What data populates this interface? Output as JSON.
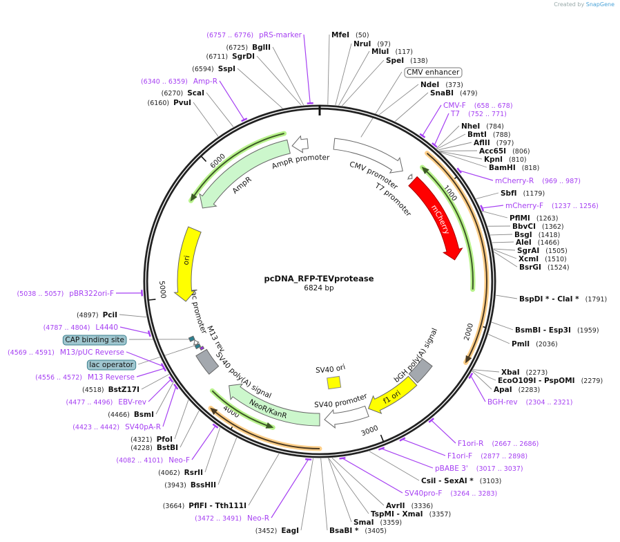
{
  "branding": {
    "prefix": "Created by",
    "name": "SnapGene"
  },
  "plasmid": {
    "name": "pcDNA_RFP-TEVprotease",
    "length_label": "6824 bp",
    "total_bp": 6824
  },
  "ticks": [
    "1000",
    "2000",
    "3000",
    "4000",
    "5000",
    "6000"
  ],
  "colors": {
    "primer": "#a53ff2",
    "enzyme_line": "#8a8a8a",
    "ring": "#222222",
    "glow_green": "#b8f28c",
    "glow_orange": "#ffcf8a",
    "teal": "#2c7f8f"
  },
  "labels": [
    {
      "kind": "enzyme",
      "name": "MfeI",
      "pos": "(50)",
      "bp": 50
    },
    {
      "kind": "enzyme",
      "name": "NruI",
      "pos": "(97)",
      "bp": 97
    },
    {
      "kind": "enzyme",
      "name": "MluI",
      "pos": "(117)",
      "bp": 117
    },
    {
      "kind": "enzyme",
      "name": "SpeI",
      "pos": "(138)",
      "bp": 138
    },
    {
      "kind": "feature-box",
      "name": "CMV enhancer",
      "fill": "#ffffff",
      "stroke": "#777777"
    },
    {
      "kind": "enzyme",
      "name": "NdeI",
      "pos": "(373)",
      "bp": 373
    },
    {
      "kind": "enzyme",
      "name": "SnaBI",
      "pos": "(479)",
      "bp": 479
    },
    {
      "kind": "primer",
      "name": "CMV-F",
      "pos": "(658 .. 678)",
      "bp": 668
    },
    {
      "kind": "primer",
      "name": "T7",
      "pos": "(752 .. 771)",
      "bp": 761
    },
    {
      "kind": "enzyme",
      "name": "NheI",
      "pos": "(784)",
      "bp": 784
    },
    {
      "kind": "enzyme",
      "name": "BmtI",
      "pos": "(788)",
      "bp": 788
    },
    {
      "kind": "enzyme",
      "name": "AflII",
      "pos": "(797)",
      "bp": 797
    },
    {
      "kind": "enzyme",
      "name": "Acc65I",
      "pos": "(806)",
      "bp": 806
    },
    {
      "kind": "enzyme",
      "name": "KpnI",
      "pos": "(810)",
      "bp": 810
    },
    {
      "kind": "enzyme",
      "name": "BamHI",
      "pos": "(818)",
      "bp": 818
    },
    {
      "kind": "primer",
      "name": "mCherry-R",
      "pos": "(969 .. 987)",
      "bp": 978
    },
    {
      "kind": "enzyme",
      "name": "SbfI",
      "pos": "(1179)",
      "bp": 1179
    },
    {
      "kind": "primer",
      "name": "mCherry-F",
      "pos": "(1237 .. 1256)",
      "bp": 1246
    },
    {
      "kind": "enzyme",
      "name": "PflMI",
      "pos": "(1263)",
      "bp": 1263
    },
    {
      "kind": "enzyme",
      "name": "BbvCI",
      "pos": "(1362)",
      "bp": 1362
    },
    {
      "kind": "enzyme",
      "name": "BsgI",
      "pos": "(1418)",
      "bp": 1418
    },
    {
      "kind": "enzyme",
      "name": "AleI",
      "pos": "(1466)",
      "bp": 1466
    },
    {
      "kind": "enzyme",
      "name": "SgrAI",
      "pos": "(1505)",
      "bp": 1505
    },
    {
      "kind": "enzyme",
      "name": "XcmI",
      "pos": "(1510)",
      "bp": 1510
    },
    {
      "kind": "enzyme",
      "name": "BsrGI",
      "pos": "(1524)",
      "bp": 1524
    },
    {
      "kind": "enzyme",
      "name": "BspDI *  - ClaI *",
      "pos": "(1791)",
      "bp": 1791
    },
    {
      "kind": "enzyme",
      "name": "BsmBI  - Esp3I",
      "pos": "(1959)",
      "bp": 1959
    },
    {
      "kind": "enzyme",
      "name": "PmlI",
      "pos": "(2036)",
      "bp": 2036
    },
    {
      "kind": "enzyme",
      "name": "XbaI",
      "pos": "(2273)",
      "bp": 2273
    },
    {
      "kind": "enzyme",
      "name": "EcoO109I  - PspOMI",
      "pos": "(2279)",
      "bp": 2279
    },
    {
      "kind": "enzyme",
      "name": "ApaI",
      "pos": "(2283)",
      "bp": 2283
    },
    {
      "kind": "primer",
      "name": "BGH-rev",
      "pos": "(2304 .. 2321)",
      "bp": 2312
    },
    {
      "kind": "primer",
      "name": "F1ori-R",
      "pos": "(2667 .. 2686)",
      "bp": 2676
    },
    {
      "kind": "primer",
      "name": "F1ori-F",
      "pos": "(2877 .. 2898)",
      "bp": 2887
    },
    {
      "kind": "primer",
      "name": "pBABE 3'",
      "pos": "(3017 .. 3037)",
      "bp": 3027
    },
    {
      "kind": "enzyme",
      "name": "CsiI  - SexAI *",
      "pos": "(3103)",
      "bp": 3103
    },
    {
      "kind": "primer",
      "name": "SV40pro-F",
      "pos": "(3264 .. 3283)",
      "bp": 3273
    },
    {
      "kind": "enzyme",
      "name": "AvrII",
      "pos": "(3336)",
      "bp": 3336
    },
    {
      "kind": "enzyme",
      "name": "TspMI  - XmaI",
      "pos": "(3357)",
      "bp": 3357
    },
    {
      "kind": "enzyme",
      "name": "SmaI",
      "pos": "(3359)",
      "bp": 3359
    },
    {
      "kind": "enzyme",
      "name": "BsaBI *",
      "pos": "(3405)",
      "bp": 3405
    },
    {
      "kind": "enzyme",
      "name": "EagI",
      "pos": "(3452)",
      "bp": 3452
    },
    {
      "kind": "primer",
      "name": "Neo-R",
      "pos": "(3472 .. 3491)",
      "bp": 3481
    },
    {
      "kind": "enzyme",
      "name": "PflFI  - Tth111I",
      "pos": "(3664)",
      "bp": 3664
    },
    {
      "kind": "enzyme",
      "name": "BssHII",
      "pos": "(3943)",
      "bp": 3943
    },
    {
      "kind": "enzyme",
      "name": "RsrII",
      "pos": "(4062)",
      "bp": 4062
    },
    {
      "kind": "primer",
      "name": "Neo-F",
      "pos": "(4082 .. 4101)",
      "bp": 4091
    },
    {
      "kind": "enzyme",
      "name": "BstBI",
      "pos": "(4228)",
      "bp": 4228
    },
    {
      "kind": "enzyme",
      "name": "PfoI",
      "pos": "(4321)",
      "bp": 4321
    },
    {
      "kind": "primer",
      "name": "SV40pA-R",
      "pos": "(4423 .. 4442)",
      "bp": 4432
    },
    {
      "kind": "enzyme",
      "name": "BsmI",
      "pos": "(4466)",
      "bp": 4466
    },
    {
      "kind": "primer",
      "name": "EBV-rev",
      "pos": "(4477 .. 4496)",
      "bp": 4486
    },
    {
      "kind": "enzyme",
      "name": "BstZ17I",
      "pos": "(4518)",
      "bp": 4518
    },
    {
      "kind": "primer",
      "name": "M13 Reverse",
      "pos": "(4556 .. 4572)",
      "bp": 4564
    },
    {
      "kind": "feature-box",
      "name": "lac operator",
      "fill": "#9fc6cf",
      "stroke": "#3a7f8d"
    },
    {
      "kind": "primer",
      "name": "M13/pUC Reverse",
      "pos": "(4569 .. 4591)",
      "bp": 4580
    },
    {
      "kind": "feature-box",
      "name": "CAP binding site",
      "fill": "#9fc6cf",
      "stroke": "#3a7f8d"
    },
    {
      "kind": "primer",
      "name": "L4440",
      "pos": "(4787 .. 4804)",
      "bp": 4795
    },
    {
      "kind": "enzyme",
      "name": "PciI",
      "pos": "(4897)",
      "bp": 4897
    },
    {
      "kind": "primer",
      "name": "pBR322ori-F",
      "pos": "(5038 .. 5057)",
      "bp": 5047
    },
    {
      "kind": "enzyme",
      "name": "PvuI",
      "pos": "(6160)",
      "bp": 6160
    },
    {
      "kind": "enzyme",
      "name": "ScaI",
      "pos": "(6270)",
      "bp": 6270
    },
    {
      "kind": "primer",
      "name": "Amp-R",
      "pos": "(6340 .. 6359)",
      "bp": 6349
    },
    {
      "kind": "enzyme",
      "name": "SspI",
      "pos": "(6594)",
      "bp": 6594
    },
    {
      "kind": "enzyme",
      "name": "SgrDI",
      "pos": "(6711)",
      "bp": 6711
    },
    {
      "kind": "enzyme",
      "name": "BglII",
      "pos": "(6725)",
      "bp": 6725
    },
    {
      "kind": "primer",
      "name": "pRS-marker",
      "pos": "(6757 .. 6776)",
      "bp": 6766
    }
  ],
  "features": [
    {
      "id": "cmv-promoter",
      "label": "CMV promoter",
      "kind": "arrow",
      "start": 114,
      "end": 701,
      "fill": "#ffffff"
    },
    {
      "id": "t7-promoter",
      "label": "T7 promoter",
      "kind": "tiny",
      "start": 768,
      "end": 796,
      "fill": "#ffffff"
    },
    {
      "id": "mcherry",
      "label": "mCherry",
      "kind": "arrow",
      "start": 815,
      "end": 1535,
      "fill": "#ff0000"
    },
    {
      "id": "orf-green-1",
      "kind": "line",
      "start": 1763,
      "end": 796,
      "fill": "#3d5a26"
    },
    {
      "id": "orf-orange-1",
      "kind": "line",
      "start": 758,
      "end": 2256,
      "fill": "#4a3a22"
    },
    {
      "id": "bgh-polya",
      "label": "bGH poly(A) signal",
      "kind": "box",
      "start": 2406,
      "end": 2578,
      "fill": "#a3a8ae"
    },
    {
      "id": "f1-ori",
      "label": "f1 ori",
      "kind": "arrow",
      "start": 2595,
      "end": 3014,
      "fill": "#ffff00"
    },
    {
      "id": "sv40-promoter",
      "label": "SV40 promoter",
      "kind": "arrow",
      "start": 3033,
      "end": 3374,
      "fill": "#ffffff"
    },
    {
      "id": "sv40-ori",
      "label": "SV40 ori",
      "kind": "square",
      "start": 3250,
      "end": 3270,
      "fill": "#ffff00"
    },
    {
      "id": "neor-kanr",
      "label": "NeoR/KanR",
      "kind": "arrow",
      "start": 3412,
      "end": 4190,
      "fill": "#ccf7cc"
    },
    {
      "id": "orf-green-2",
      "kind": "line",
      "start": 4256,
      "end": 3749,
      "fill": "#3d5a26"
    },
    {
      "id": "orf-orange-2",
      "kind": "line",
      "start": 3412,
      "end": 4184,
      "fill": "#4a3a22"
    },
    {
      "id": "sv40-polya",
      "label": "SV40 poly(A) signal",
      "kind": "box",
      "start": 4360,
      "end": 4530,
      "fill": "#a3a8ae"
    },
    {
      "id": "m13-rev",
      "label": "M13 rev",
      "kind": "mini",
      "start": 4548,
      "end": 4568,
      "fill": "#9b30e0"
    },
    {
      "id": "lac-operator",
      "kind": "mini",
      "start": 4575,
      "end": 4600,
      "fill": "#2c7f8f"
    },
    {
      "id": "lac-promoter",
      "label": "lac promoter",
      "kind": "tiny",
      "start": 4605,
      "end": 4640,
      "fill": "#ffffff"
    },
    {
      "id": "cap-binding-site",
      "kind": "mini",
      "start": 4645,
      "end": 4675,
      "fill": "#2c7f8f"
    },
    {
      "id": "ori",
      "label": "ori",
      "kind": "arrow",
      "start": 5545,
      "end": 4957,
      "fill": "#ffff00"
    },
    {
      "id": "ampr",
      "label": "AmpR",
      "kind": "arrow",
      "start": 6578,
      "end": 5725,
      "fill": "#ccf7cc"
    },
    {
      "id": "ampr-promoter",
      "label": "AmpR promoter",
      "kind": "arrow",
      "start": 6730,
      "end": 6606,
      "fill": "#ffffff"
    },
    {
      "id": "orf-green-3",
      "kind": "line",
      "start": 6568,
      "end": 5725,
      "fill": "#3d5a26"
    }
  ]
}
